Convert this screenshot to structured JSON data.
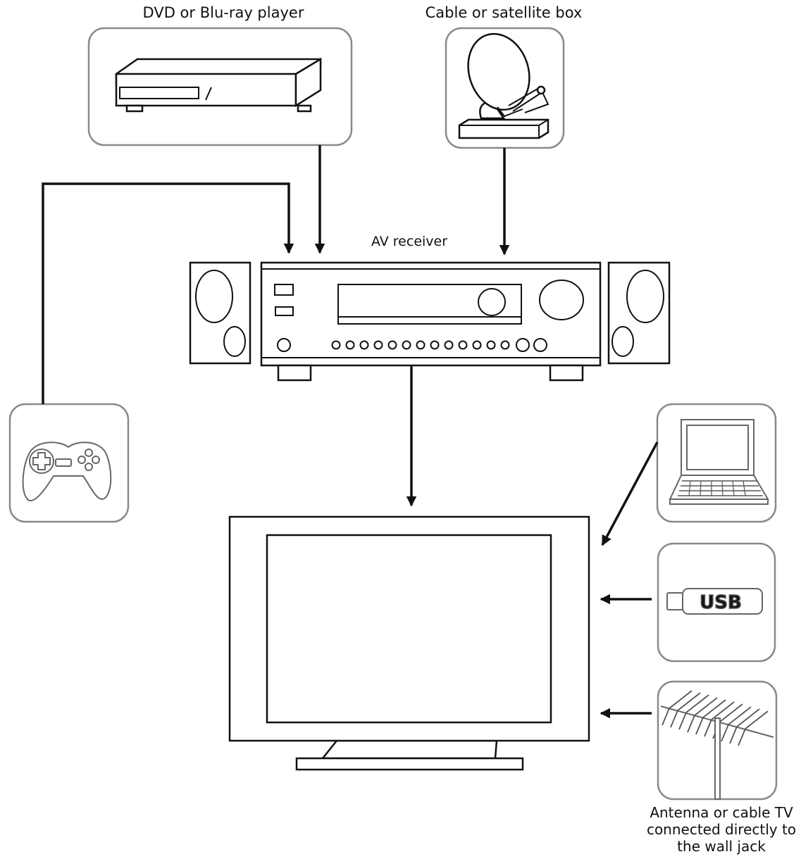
{
  "labels": {
    "dvd": "DVD or Blu-ray player",
    "cable_box": "Cable or satellite box",
    "av_receiver": "AV receiver",
    "antenna_line1": "Antenna or cable TV",
    "antenna_line2": "connected directly to",
    "antenna_line3": "the wall jack",
    "usb": "USB"
  },
  "nodes": [
    {
      "id": "dvd-player",
      "label": "DVD or Blu-ray player"
    },
    {
      "id": "cable-box",
      "label": "Cable or satellite box"
    },
    {
      "id": "game-controller",
      "icon": "gamepad-icon"
    },
    {
      "id": "av-receiver",
      "label": "AV receiver"
    },
    {
      "id": "tv",
      "icon": "tv-icon"
    },
    {
      "id": "laptop",
      "icon": "laptop-icon"
    },
    {
      "id": "usb-drive",
      "label": "USB"
    },
    {
      "id": "antenna",
      "label": "Antenna or cable TV connected directly to the wall jack"
    }
  ],
  "edges": [
    {
      "from": "game-controller",
      "to": "av-receiver"
    },
    {
      "from": "dvd-player",
      "to": "av-receiver"
    },
    {
      "from": "cable-box",
      "to": "av-receiver"
    },
    {
      "from": "av-receiver",
      "to": "tv"
    },
    {
      "from": "laptop",
      "to": "tv"
    },
    {
      "from": "usb-drive",
      "to": "tv"
    },
    {
      "from": "antenna",
      "to": "tv"
    }
  ]
}
